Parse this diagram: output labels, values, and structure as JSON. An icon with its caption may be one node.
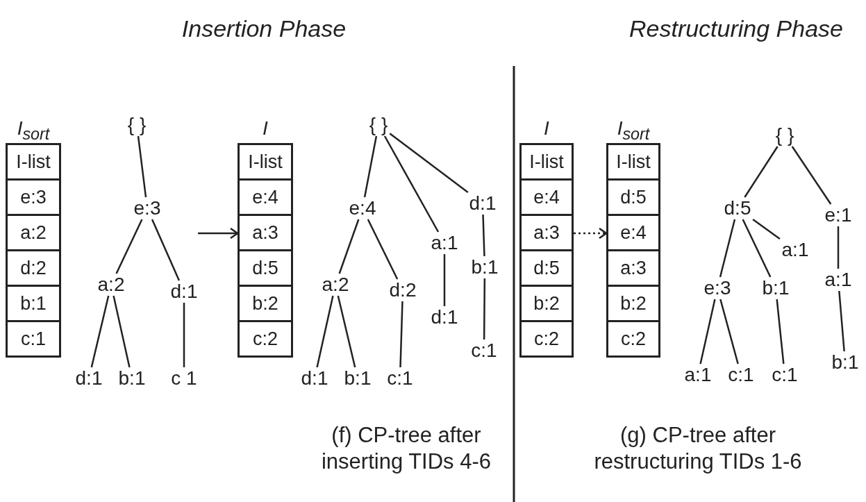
{
  "diagram": {
    "nodes": [
      {
        "text": [
          "I$_{sort}$"
        ]
      },
      {
        "text": [
          "I-list"
        ],
        "in": 0
      },
      {
        "text": [
          "e:3"
        ],
        "in": 0
      },
      {
        "text": [
          "a:2"
        ],
        "in": 0
      },
      {
        "text": [
          "d:2"
        ],
        "in": 0
      },
      {
        "text": [
          "b:1"
        ],
        "in": 0
      },
      {
        "text": [
          "c:1"
        ],
        "in": 0
      },
      {
        "text": [
          "{ }"
        ]
      },
      {
        "text": [
          "e:3"
        ]
      },
      {
        "text": [
          "a:2"
        ]
      },
      {
        "text": [
          "d:1"
        ]
      },
      {
        "text": [
          "d:1"
        ]
      },
      {
        "text": [
          "b:1"
        ]
      },
      {
        "text": [
          "c 1"
        ]
      },
      {
        "text": [
          "I"
        ]
      },
      {
        "text": [
          "I-list"
        ],
        "in": 14
      },
      {
        "text": [
          "e:4"
        ],
        "in": 14
      },
      {
        "text": [
          "a:3"
        ],
        "in": 14
      },
      {
        "text": [
          "d:5"
        ],
        "in": 14
      },
      {
        "text": [
          "b:2"
        ],
        "in": 14
      },
      {
        "text": [
          "c:2"
        ],
        "in": 14
      },
      {
        "text": [
          "{ }"
        ]
      },
      {
        "text": [
          "e:4"
        ]
      },
      {
        "text": [
          "a:1"
        ]
      },
      {
        "text": [
          "d:1"
        ]
      },
      {
        "text": [
          "a:2"
        ]
      },
      {
        "text": [
          "d:2"
        ]
      },
      {
        "text": [
          "d:1"
        ]
      },
      {
        "text": [
          "b:1"
        ]
      },
      {
        "text": [
          "d:1"
        ]
      },
      {
        "text": [
          "b:1"
        ]
      },
      {
        "text": [
          "c:1"
        ]
      },
      {
        "text": [
          "c:1"
        ]
      },
      {
        "text": [
          "I"
        ]
      },
      {
        "text": [
          "I-list"
        ],
        "in": 33
      },
      {
        "text": [
          "e:4"
        ],
        "in": 33
      },
      {
        "text": [
          "a:3"
        ],
        "in": 33
      },
      {
        "text": [
          "d:5"
        ],
        "in": 33
      },
      {
        "text": [
          "b:2"
        ],
        "in": 33
      },
      {
        "text": [
          "c:2"
        ],
        "in": 33
      },
      {
        "text": [
          "I$_{sort}$"
        ]
      },
      {
        "text": [
          "I-list"
        ],
        "in": 40
      },
      {
        "text": [
          "d:5"
        ],
        "in": 40
      },
      {
        "text": [
          "e:4"
        ],
        "in": 40
      },
      {
        "text": [
          "a:3"
        ],
        "in": 40
      },
      {
        "text": [
          "b:2"
        ],
        "in": 40
      },
      {
        "text": [
          "c:2"
        ],
        "in": 40
      },
      {
        "text": [
          "{ }"
        ]
      },
      {
        "text": [
          "d:5"
        ]
      },
      {
        "text": [
          "e:1"
        ]
      },
      {
        "text": [
          "a:1"
        ]
      },
      {
        "text": [
          "e:3"
        ]
      },
      {
        "text": [
          "b:1"
        ]
      },
      {
        "text": [
          "a:1"
        ]
      },
      {
        "text": [
          "a:1"
        ]
      },
      {
        "text": [
          "c:1"
        ]
      },
      {
        "text": [
          "c:1"
        ]
      },
      {
        "text": [
          "b:1"
        ]
      }
    ],
    "edges": [
      {
        "from": 7,
        "to": 8,
        "arrow": "none"
      },
      {
        "from": 8,
        "to": 9,
        "arrow": "none"
      },
      {
        "from": 8,
        "to": 10,
        "arrow": "none"
      },
      {
        "from": 9,
        "to": 11,
        "arrow": "none"
      },
      {
        "from": 9,
        "to": 12,
        "arrow": "none"
      },
      {
        "from": 10,
        "to": 13,
        "arrow": "none"
      },
      {
        "from": null,
        "to": 14,
        "arrow": "to"
      },
      {
        "from": 21,
        "to": 22,
        "arrow": "none"
      },
      {
        "from": 21,
        "to": 23,
        "arrow": "none"
      },
      {
        "from": 21,
        "to": 24,
        "arrow": "none"
      },
      {
        "from": 22,
        "to": 25,
        "arrow": "none"
      },
      {
        "from": 22,
        "to": 26,
        "arrow": "none"
      },
      {
        "from": 23,
        "to": 27,
        "arrow": "none"
      },
      {
        "from": 24,
        "to": 28,
        "arrow": "none"
      },
      {
        "from": 25,
        "to": 29,
        "arrow": "none"
      },
      {
        "from": 25,
        "to": 30,
        "arrow": "none"
      },
      {
        "from": 26,
        "to": 31,
        "arrow": "none"
      },
      {
        "from": 28,
        "to": 32,
        "arrow": "none"
      },
      {
        "from": 33,
        "to": 40,
        "arrow": "to",
        "style": "dashed"
      },
      {
        "from": 47,
        "to": 48,
        "arrow": "none"
      },
      {
        "from": 47,
        "to": 49,
        "arrow": "none"
      },
      {
        "from": 48,
        "to": 51,
        "arrow": "none"
      },
      {
        "from": 48,
        "to": 52,
        "arrow": "none"
      },
      {
        "from": 48,
        "to": 50,
        "arrow": "none"
      },
      {
        "from": 49,
        "to": 53,
        "arrow": "none"
      },
      {
        "from": 51,
        "to": 54,
        "arrow": "none"
      },
      {
        "from": 51,
        "to": 55,
        "arrow": "none"
      },
      {
        "from": 52,
        "to": 56,
        "arrow": "none"
      },
      {
        "from": 53,
        "to": 57,
        "arrow": "none"
      }
    ],
    "labels": [
      "Insertion Phase",
      "Restructuring Phase",
      "(f) CP-tree after inserting TIDs 4-6",
      "(g) CP-tree after restructuring TIDs 1-6"
    ]
  }
}
